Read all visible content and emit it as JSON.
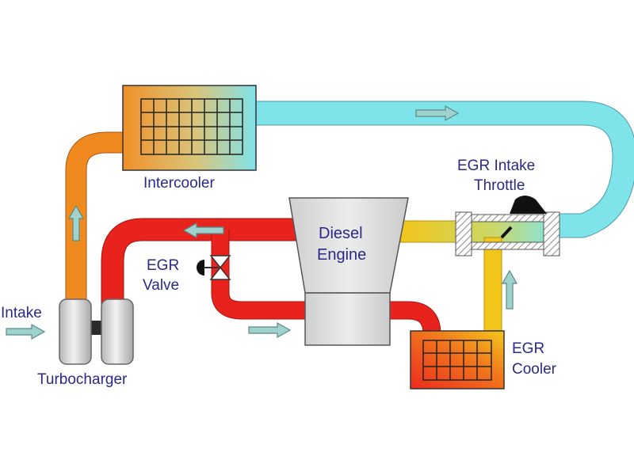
{
  "labels": {
    "intercooler": "Intercooler",
    "intake": "Intake",
    "turbocharger": "Turbocharger",
    "egr_valve_line1": "EGR",
    "egr_valve_line2": "Valve",
    "diesel_engine_line1": "Diesel",
    "diesel_engine_line2": "Engine",
    "egr_intake_throttle_line1": "EGR Intake",
    "egr_intake_throttle_line2": "Throttle",
    "egr_cooler_line1": "EGR",
    "egr_cooler_line2": "Cooler"
  },
  "colors": {
    "intake_air_cool": "#7fe3ea",
    "compressed_air_hot": "#f08a1e",
    "exhaust_hot": "#e8221c",
    "egr_cooled": "#f2c51a",
    "label_text": "#2a2a86",
    "arrow_fill": "#9fd1cf",
    "engine_gray": "#d9d9d9"
  }
}
